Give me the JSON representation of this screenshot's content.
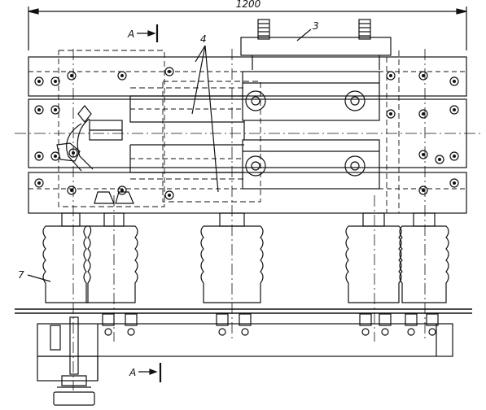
{
  "drawing": {
    "dimension_label": "1200",
    "section_label_top": "A",
    "section_label_bottom": "A",
    "callouts": [
      "3",
      "4",
      "7"
    ]
  }
}
